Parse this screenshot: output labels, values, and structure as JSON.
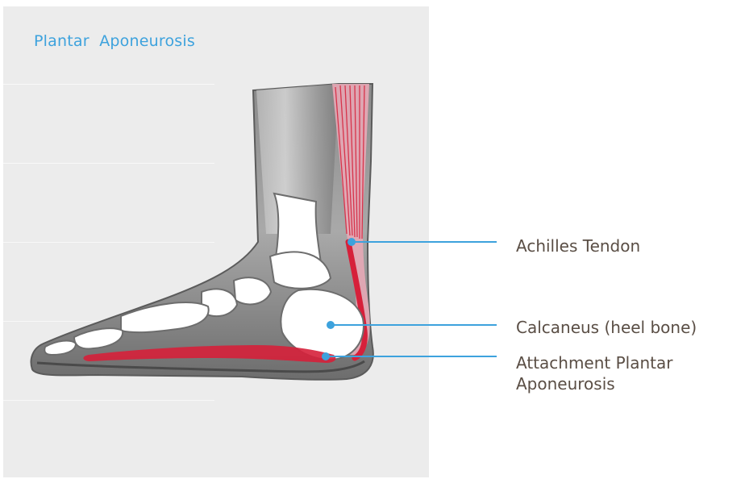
{
  "title": "Plantar  Aponeurosis",
  "labels": {
    "achilles": "Achilles Tendon",
    "calcaneus": "Calcaneus (heel bone)",
    "attachment": "Attachment Plantar Aponeurosis"
  },
  "colors": {
    "title": "#3da2dd",
    "leader": "#3da2dd",
    "label_text": "#5a4e45",
    "tissue_red": "#d6203a",
    "bone": "#ffffff",
    "soft_tissue": "#8e8e8e"
  }
}
